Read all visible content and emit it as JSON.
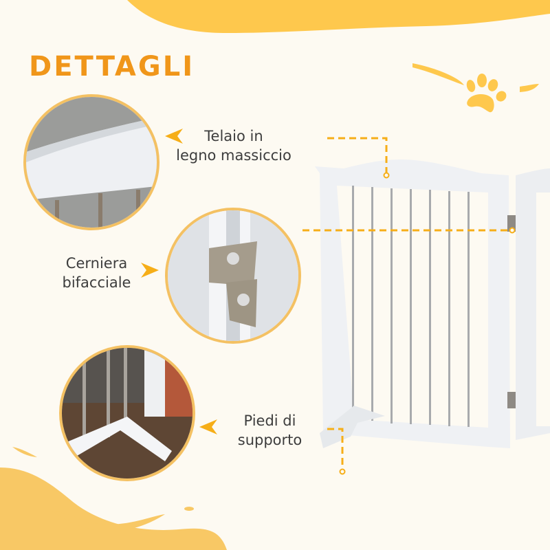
{
  "title": "DETTAGLI",
  "callouts": [
    {
      "id": "frame",
      "line1": "Telaio in",
      "line2": "legno massiccio"
    },
    {
      "id": "hinge",
      "line1": "Cerniera",
      "line2": "bifacciale"
    },
    {
      "id": "feet",
      "line1": "Piedi di",
      "line2": "supporto"
    }
  ],
  "icons": {
    "paw": "paw-print-icon",
    "arrow": "triangle-pointer-icon"
  },
  "colors": {
    "background": "#fdfaf2",
    "blob": "#fec84d",
    "blob_bottom": "#f8c865",
    "title": "#f0961a",
    "accent_line": "#f6ae18",
    "circle_border": "#f4c163",
    "text": "#3d3d3d"
  }
}
